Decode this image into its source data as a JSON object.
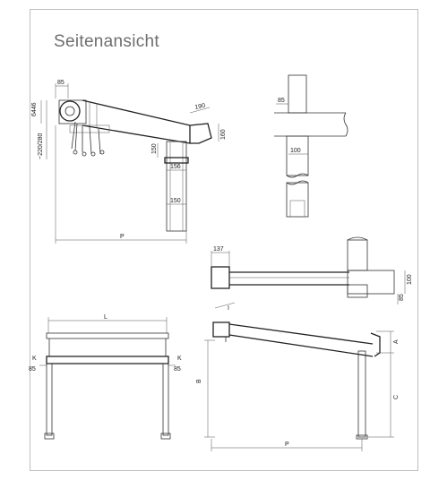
{
  "title": "Seitenansicht",
  "labels": {
    "d85_top": "85",
    "d6446": "6446",
    "d220280": "~220/280",
    "d190": "190",
    "d160": "160",
    "d150_v": "150",
    "d156": "156",
    "d150_h": "150",
    "dP_top": "P",
    "d85_beam": "85",
    "d100_beam": "100",
    "d137": "137",
    "d85_side": "85",
    "d100_side": "100",
    "dL": "L",
    "dK_left": "K",
    "dK_right": "K",
    "d85_left": "85",
    "d85_right": "85",
    "dI": "I",
    "dA": "A",
    "dB": "B",
    "dC": "C",
    "dP_bottom": "P"
  }
}
